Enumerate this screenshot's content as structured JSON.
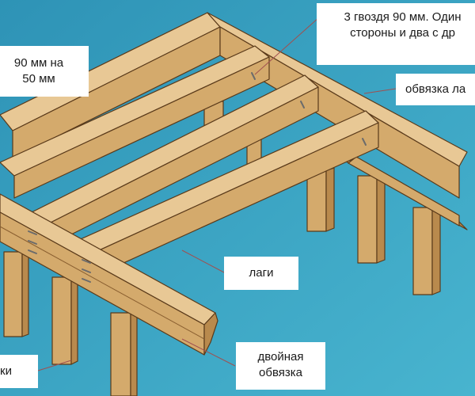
{
  "diagram": {
    "labels": {
      "nails": {
        "line1": "3 гвоздя 90 мм. Один",
        "line2": "стороны и два с др"
      },
      "board_size": {
        "line1": "90 мм на",
        "line2": "50 мм"
      },
      "joist_band": "обвязка ла",
      "joists": "лаги",
      "posts": "ки",
      "double_band": {
        "line1": "двойная",
        "line2": "обвязка"
      }
    },
    "colors": {
      "background": "#3aa2c2",
      "wood_top": "#e8c895",
      "wood_side": "#d4aa6c",
      "wood_dark": "#b98a4d",
      "outline": "#5a3a1a",
      "leader": "#a05050"
    }
  }
}
